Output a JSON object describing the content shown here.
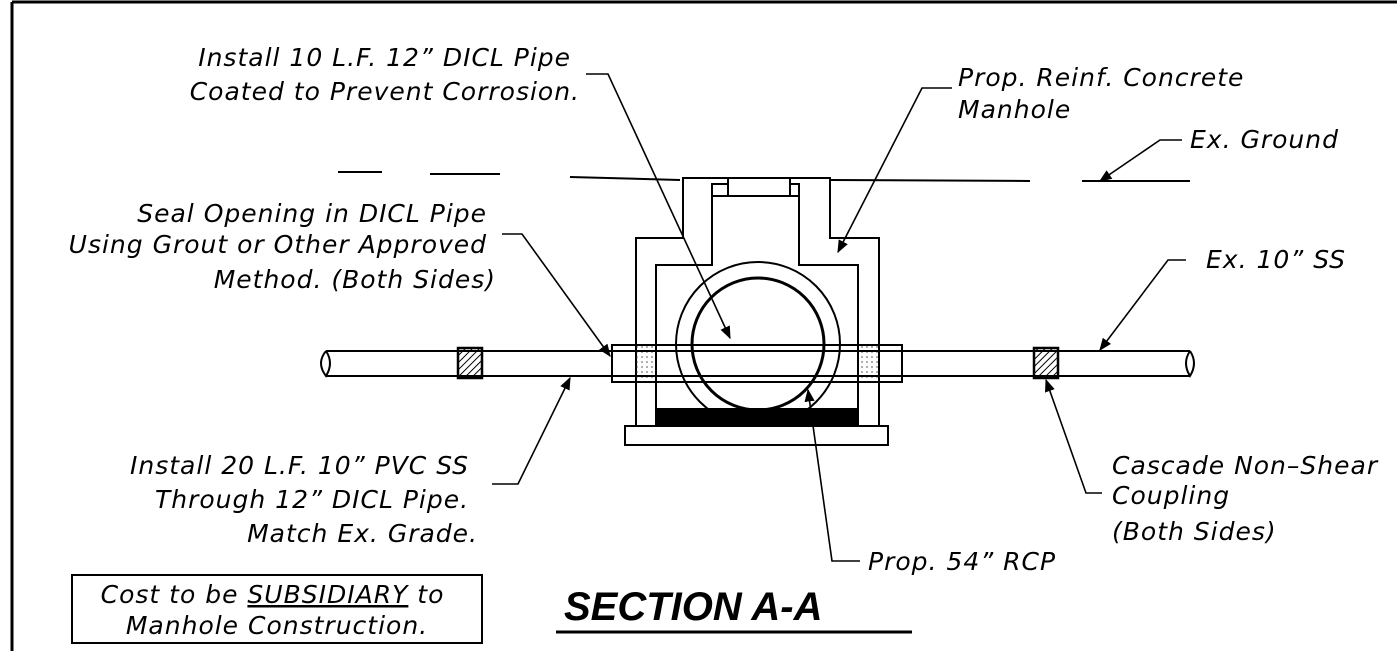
{
  "title": "SECTION A-A",
  "notes": {
    "dicl_pipe": [
      "Install 10 L.F. 12” DICL Pipe",
      "Coated to Prevent Corrosion."
    ],
    "manhole": [
      "Prop. Reinf. Concrete",
      "Manhole"
    ],
    "ground": "Ex. Ground",
    "seal": [
      "Seal Opening in DICL Pipe",
      "Using Grout or Other Approved",
      "Method. (Both Sides)"
    ],
    "ex_ss": "Ex. 10” SS",
    "pvc": [
      "Install 20 L.F. 10” PVC SS",
      "Through 12” DICL Pipe.",
      "Match Ex. Grade."
    ],
    "coupling": [
      "Cascade Non–Shear",
      "Coupling",
      "(Both Sides)"
    ],
    "rcp": "Prop. 54” RCP",
    "cost": {
      "line1_pre": "Cost to be ",
      "line1_u": "SUBSIDIARY",
      "line1_post": " to",
      "line2": "Manhole Construction."
    }
  }
}
